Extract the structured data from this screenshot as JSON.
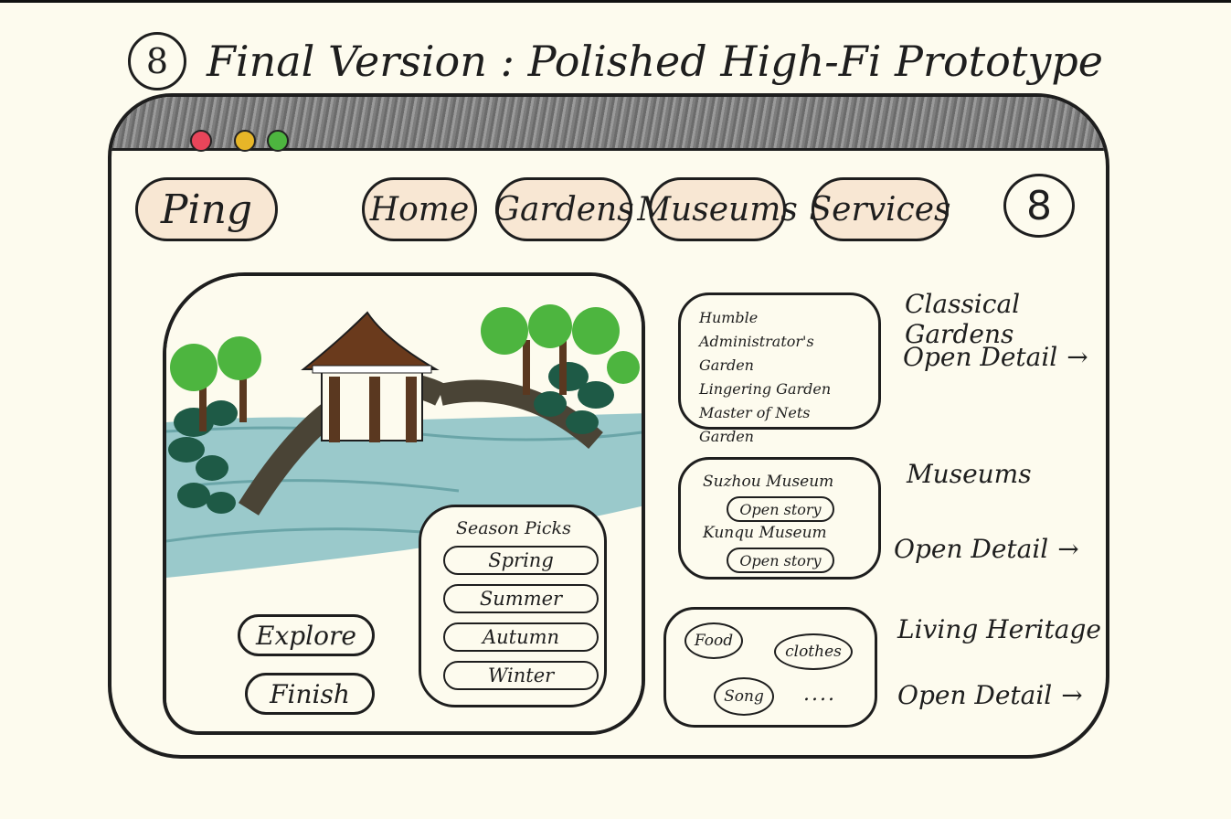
{
  "header": {
    "step_number": "8",
    "title": "Final Version : Polished High-Fi Prototype"
  },
  "window": {
    "traffic_lights": [
      "#e8455a",
      "#e7b628",
      "#4db53f"
    ]
  },
  "nav": {
    "brand": "Ping",
    "items": [
      "Home",
      "Gardens",
      "Museums",
      "Services"
    ],
    "profile_label": "8"
  },
  "hero": {
    "explore_label": "Explore",
    "finish_label": "Finish",
    "season_title": "Season Picks",
    "seasons": [
      "Spring",
      "Summer",
      "Autumn",
      "Winter"
    ]
  },
  "categories": [
    {
      "title": "Classical Gardens",
      "link": "Open Detail",
      "items": [
        "Humble Administrator's Garden",
        "Lingering Garden",
        "Master of Nets Garden"
      ]
    },
    {
      "title": "Museums",
      "link": "Open Detail",
      "museums": [
        {
          "name": "Suzhou Museum",
          "button": "Open story"
        },
        {
          "name": "Kunqu Museum",
          "button": "Open story"
        }
      ]
    },
    {
      "title": "Living Heritage",
      "link": "Open Detail",
      "tags": [
        "Food",
        "clothes",
        "Song"
      ],
      "more": "...."
    }
  ],
  "colors": {
    "paper": "#fdfbee",
    "nav_pill": "#f8e7d3",
    "water": "#8fc3c6",
    "tree_green": "#4db53f",
    "pavilion_roof": "#6a3a1c"
  },
  "icons": {
    "arrow": "→"
  }
}
